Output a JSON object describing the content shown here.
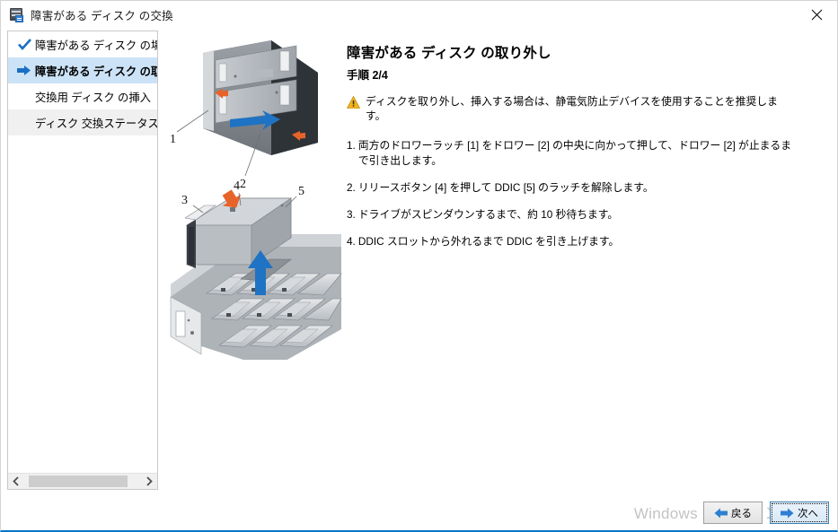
{
  "window": {
    "title": "障害がある ディスク の交換",
    "title_icon": "disk-enclosure-icon",
    "close_icon": "close-icon"
  },
  "sidebar": {
    "items": [
      {
        "label": "障害がある ディスク の場所の",
        "icon": "check-icon",
        "state": "completed"
      },
      {
        "label": "障害がある ディスク の取り",
        "icon": "arrow-right-icon",
        "state": "current"
      },
      {
        "label": "交換用 ディスク の挿入",
        "icon": "",
        "state": "pending"
      },
      {
        "label": "ディスク 交換ステータス",
        "icon": "",
        "state": "pending"
      }
    ],
    "scrollbar": {
      "left_icon": "chevron-left-icon",
      "right_icon": "chevron-right-icon"
    }
  },
  "main": {
    "heading": "障害がある ディスク の取り外し",
    "subheading": "手順 2/4",
    "warning_icon": "warning-triangle-icon",
    "warning": "ディスクを取り外し、挿入する場合は、静電気防止デバイスを使用することを推奨します。",
    "steps": [
      {
        "num": "1.",
        "text": "両方のドロワーラッチ [1] をドロワー [2] の中央に向かって押して、ドロワー [2] が止まるまで引き出します。"
      },
      {
        "num": "2.",
        "text": "リリースボタン [4] を押して DDIC [5] のラッチを解除します。"
      },
      {
        "num": "3.",
        "text": "ドライブがスピンダウンするまで、約 10 秒待ちます。"
      },
      {
        "num": "4.",
        "text": "DDIC スロットから外れるまで DDIC を引き上げます。"
      }
    ],
    "illustration": {
      "name": "disk-drawer-illustration",
      "callouts": [
        "1",
        "2",
        "3",
        "4",
        "5"
      ]
    }
  },
  "footer": {
    "back_label": "戻る",
    "back_icon": "arrow-left-icon",
    "next_label": "次へ",
    "next_icon": "arrow-right-icon"
  },
  "watermark": "Windows のライセンス認証",
  "colors": {
    "accent": "#2f7fd0",
    "selection": "#cce3f7",
    "warning": "#f0b323",
    "callout_arrow": "#e8632a",
    "bottom_border": "#0a74c4"
  }
}
